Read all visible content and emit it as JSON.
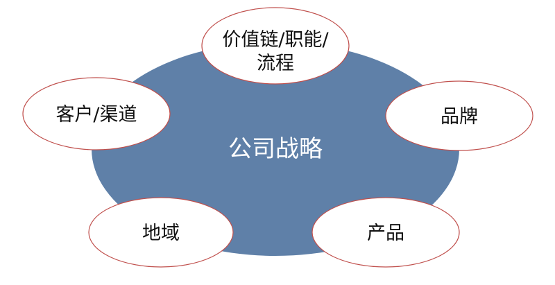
{
  "center": {
    "label": "公司战略",
    "fill_color": "#5f80a8"
  },
  "nodes": [
    {
      "id": "value-chain",
      "lines": [
        "价值链/职能/",
        "流程"
      ]
    },
    {
      "id": "customer-channel",
      "lines": [
        "客户/渠道"
      ]
    },
    {
      "id": "brand",
      "lines": [
        "品牌"
      ]
    },
    {
      "id": "region",
      "lines": [
        "地域"
      ]
    },
    {
      "id": "product",
      "lines": [
        "产品"
      ]
    }
  ],
  "node_style": {
    "fill_color": "#ffffff",
    "border_color": "#c0504d"
  }
}
